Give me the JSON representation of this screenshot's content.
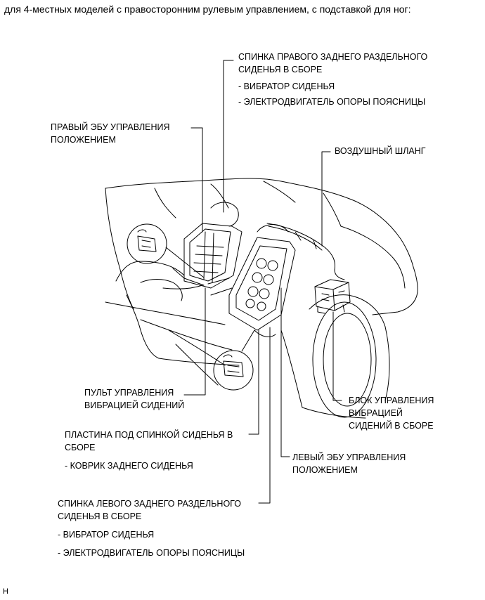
{
  "header": {
    "text": "для 4-местных моделей с правосторонним рулевым управлением, с подставкой для ног:"
  },
  "labels": {
    "rear_right_seatback": {
      "lines": [
        "СПИНКА ПРАВОГО ЗАДНЕГО РАЗДЕЛЬНОГО",
        "СИДЕНЬЯ В СБОРЕ"
      ],
      "subs": [
        "- ВИБРАТОР СИДЕНЬЯ",
        "- ЭЛЕКТРОДВИГАТЕЛЬ ОПОРЫ ПОЯСНИЦЫ"
      ]
    },
    "right_position_ecu": {
      "lines": [
        "ПРАВЫЙ ЭБУ УПРАВЛЕНИЯ",
        "ПОЛОЖЕНИЕМ"
      ]
    },
    "air_hose": {
      "lines": [
        "ВОЗДУШНЫЙ ШЛАНГ"
      ]
    },
    "vibration_remote": {
      "lines": [
        "ПУЛЬТ УПРАВЛЕНИЯ",
        "ВИБРАЦИЕЙ СИДЕНИЙ"
      ]
    },
    "vibration_control_unit": {
      "lines": [
        "БЛОК УПРАВЛЕНИЯ",
        "ВИБРАЦИЕЙ",
        "СИДЕНИЙ В СБОРЕ"
      ]
    },
    "seatback_plate": {
      "lines": [
        "ПЛАСТИНА ПОД СПИНКОЙ СИДЕНЬЯ В",
        "СБОРЕ"
      ],
      "subs": [
        "- КОВРИК ЗАДНЕГО СИДЕНЬЯ"
      ]
    },
    "left_position_ecu": {
      "lines": [
        "ЛЕВЫЙ ЭБУ УПРАВЛЕНИЯ",
        "ПОЛОЖЕНИЕМ"
      ]
    },
    "rear_left_seatback": {
      "lines": [
        "СПИНКА ЛЕВОГО ЗАДНЕГО РАЗДЕЛЬНОГО",
        "СИДЕНЬЯ В СБОРЕ"
      ],
      "subs": [
        "- ВИБРАТОР СИДЕНЬЯ",
        "- ЭЛЕКТРОДВИГАТЕЛЬ ОПОРЫ ПОЯСНИЦЫ"
      ]
    }
  },
  "figure_code": "H"
}
